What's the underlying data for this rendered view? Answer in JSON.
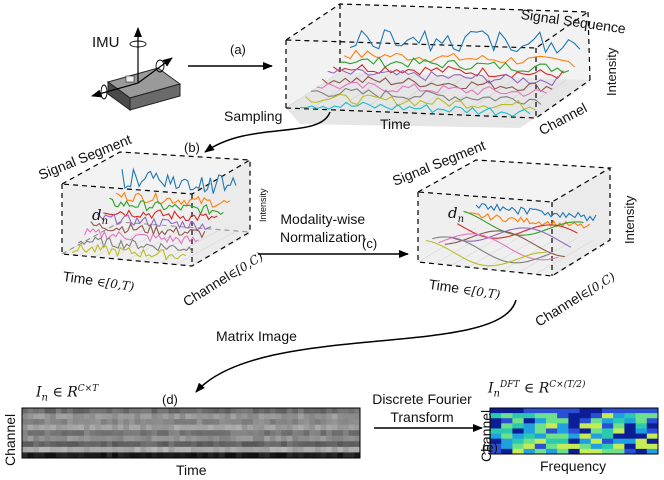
{
  "labels": {
    "imu": "IMU",
    "step_a": "(a)",
    "step_b": "(b)",
    "step_c": "(c)",
    "step_d": "(d)",
    "step_e": "(e)",
    "sampling": "Sampling",
    "signal_sequence": "Signal Sequence",
    "signal_segment_left": "Signal Segment",
    "signal_segment_right": "Signal Segment",
    "time_top": "Time",
    "channel_top": "Channel",
    "intensity_top": "Intensity",
    "intensity_left": "Intensity",
    "intensity_right": "Intensity",
    "d_n_left": "d",
    "d_n_left_sub": "n",
    "d_n_right": "d",
    "d_n_right_sub": "n",
    "time_range_left": "Time",
    "time_range_left_math": "∈[0,T)",
    "time_range_right": "Time",
    "time_range_right_math": "∈[0,T)",
    "channel_range_left": "Channel",
    "channel_range_left_math": "∈[0,C)",
    "channel_range_right": "Channel",
    "channel_range_right_math": "∈[0,C)",
    "normalization_line1": "Modality-wise",
    "normalization_line2": "Normalization",
    "matrix_image": "Matrix Image",
    "matrix_formula": "I",
    "matrix_formula_sub": "n",
    "matrix_formula_rest": "∈ R",
    "matrix_formula_sup": "C×T",
    "matrix_xlabel": "Time",
    "matrix_ylabel": "Channel",
    "dft_line1": "Discrete Fourier",
    "dft_line2": "Transform",
    "dft_formula": "I",
    "dft_formula_sub": "n",
    "dft_formula_sup1": "DFT",
    "dft_formula_rest": "∈ R",
    "dft_formula_sup2": "C×(T/2)",
    "freq_xlabel": "Frequency",
    "freq_ylabel": "Channel"
  },
  "colors": {
    "series": [
      "#1f77b4",
      "#ff7f0e",
      "#2ca02c",
      "#d62728",
      "#9467bd",
      "#8c564b",
      "#e377c2",
      "#7f7f7f",
      "#bcbd22",
      "#17becf"
    ],
    "heatmap": [
      "#0b1e96",
      "#2a4fd4",
      "#20a0e0",
      "#2bcab0",
      "#6fe08a",
      "#c6ec55"
    ]
  }
}
